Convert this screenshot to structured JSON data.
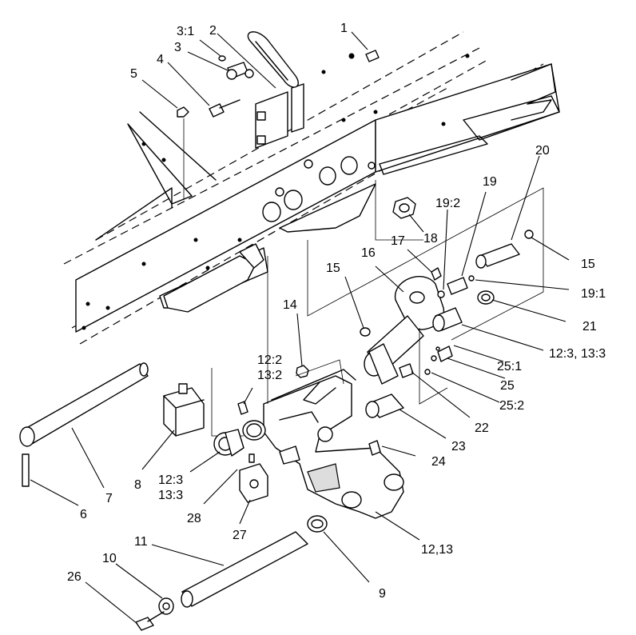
{
  "callouts": [
    {
      "id": "c-3-1",
      "label": "3:1"
    },
    {
      "id": "c-2",
      "label": "2"
    },
    {
      "id": "c-1",
      "label": "1"
    },
    {
      "id": "c-3",
      "label": "3"
    },
    {
      "id": "c-4",
      "label": "4"
    },
    {
      "id": "c-5",
      "label": "5"
    },
    {
      "id": "c-20",
      "label": "20"
    },
    {
      "id": "c-19",
      "label": "19"
    },
    {
      "id": "c-19-2",
      "label": "19:2"
    },
    {
      "id": "c-18",
      "label": "18"
    },
    {
      "id": "c-17",
      "label": "17"
    },
    {
      "id": "c-16",
      "label": "16"
    },
    {
      "id": "c-15-left",
      "label": "15"
    },
    {
      "id": "c-15-right",
      "label": "15"
    },
    {
      "id": "c-19-1",
      "label": "19:1"
    },
    {
      "id": "c-21",
      "label": "21"
    },
    {
      "id": "c-14",
      "label": "14"
    },
    {
      "id": "c-12-3-13-3-right",
      "label": "12:3, 13:3"
    },
    {
      "id": "c-25-1",
      "label": "25:1"
    },
    {
      "id": "c-25",
      "label": "25"
    },
    {
      "id": "c-25-2",
      "label": "25:2"
    },
    {
      "id": "c-12-2",
      "label": "12:2"
    },
    {
      "id": "c-13-2",
      "label": "13:2"
    },
    {
      "id": "c-22",
      "label": "22"
    },
    {
      "id": "c-23",
      "label": "23"
    },
    {
      "id": "c-24",
      "label": "24"
    },
    {
      "id": "c-12-3-left",
      "label": "12:3"
    },
    {
      "id": "c-13-3-left",
      "label": "13:3"
    },
    {
      "id": "c-8",
      "label": "8"
    },
    {
      "id": "c-7",
      "label": "7"
    },
    {
      "id": "c-6",
      "label": "6"
    },
    {
      "id": "c-28",
      "label": "28"
    },
    {
      "id": "c-27",
      "label": "27"
    },
    {
      "id": "c-12-13",
      "label": "12,13"
    },
    {
      "id": "c-11",
      "label": "11"
    },
    {
      "id": "c-10",
      "label": "10"
    },
    {
      "id": "c-26",
      "label": "26"
    },
    {
      "id": "c-9",
      "label": "9"
    }
  ]
}
